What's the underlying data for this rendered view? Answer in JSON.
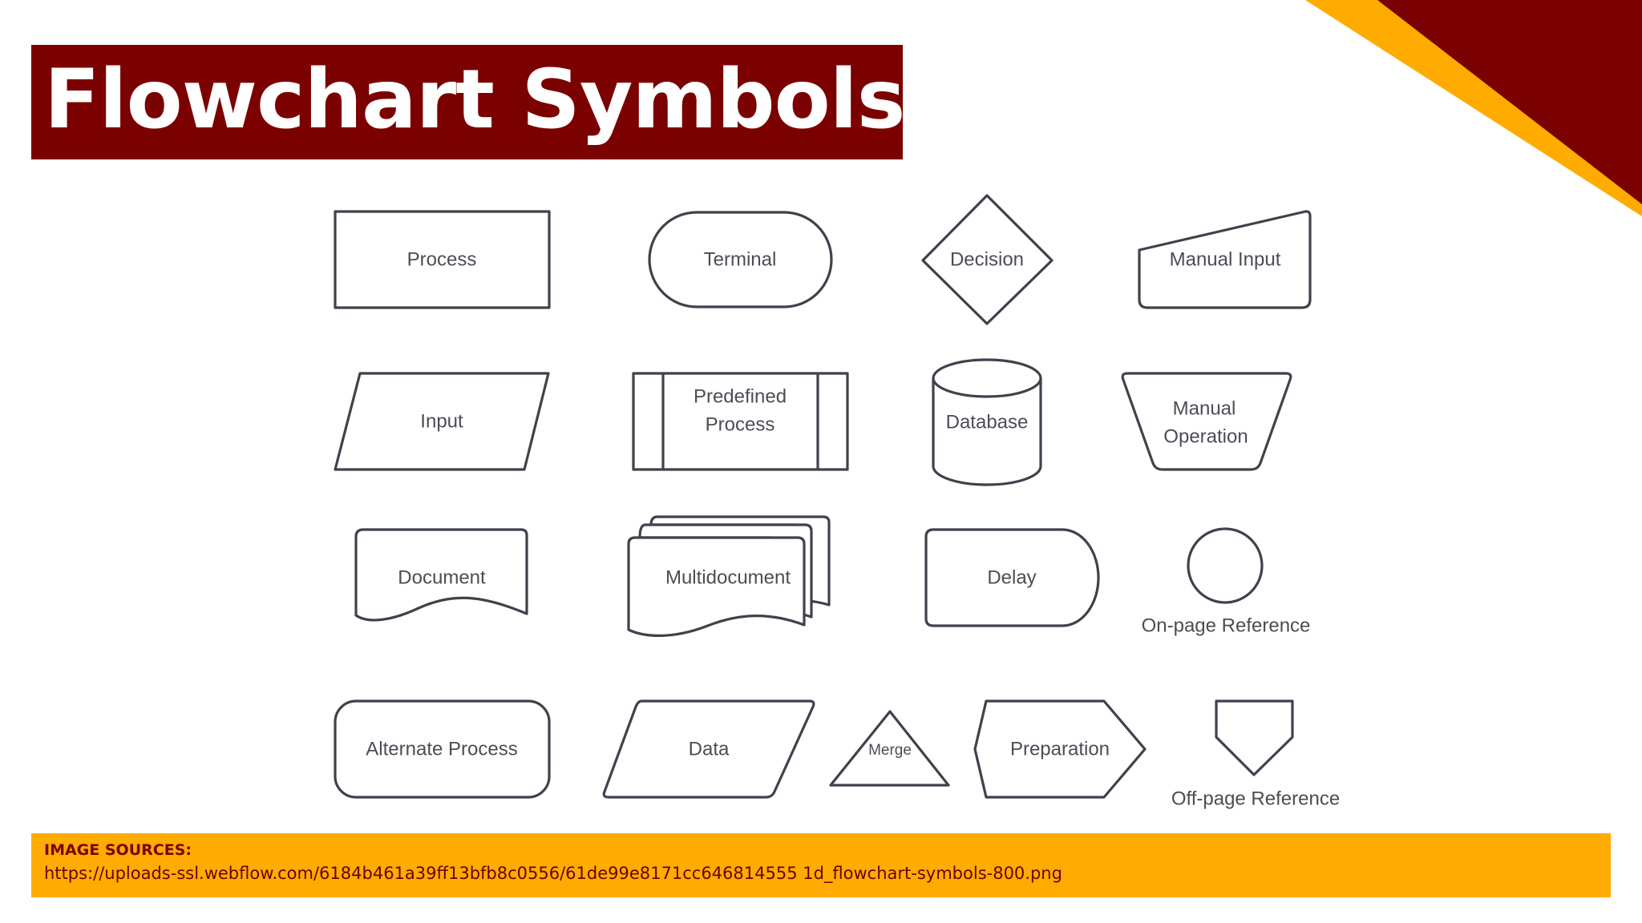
{
  "slide": {
    "title": "Flowchart Symbols",
    "colors": {
      "brand": "#7b0000",
      "accent": "#ffab00",
      "shape_stroke": "#3f424c"
    }
  },
  "symbols": {
    "process": "Process",
    "terminal": "Terminal",
    "decision": "Decision",
    "manual_input": "Manual Input",
    "input": "Input",
    "predefined_process": [
      "Predefined",
      "Process"
    ],
    "database": "Database",
    "manual_operation": [
      "Manual",
      "Operation"
    ],
    "document": "Document",
    "multidocument": "Multidocument",
    "delay": "Delay",
    "on_page_reference": "On-page Reference",
    "alternate_process": "Alternate Process",
    "data": "Data",
    "merge": "Merge",
    "preparation": "Preparation",
    "off_page_reference": "Off-page Reference"
  },
  "sources": {
    "heading": "IMAGE SOURCES:",
    "url": "https://uploads-ssl.webflow.com/6184b461a39ff13bfb8c0556/61de99e8171cc646814555 1d_flowchart-symbols-800.png"
  }
}
